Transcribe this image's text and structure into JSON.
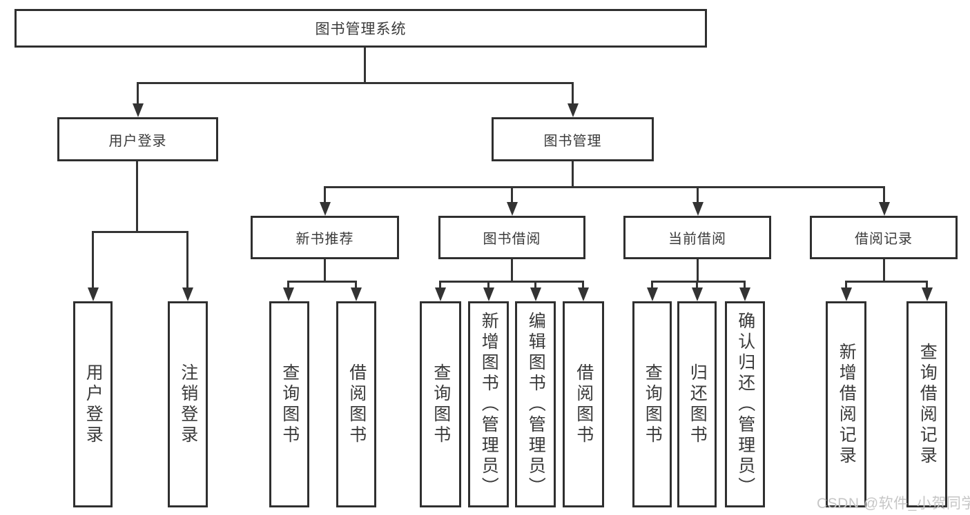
{
  "diagram": {
    "title": "图书管理系统",
    "root": "图书管理系统",
    "level2": [
      "用户登录",
      "图书管理"
    ],
    "level3": [
      "新书推荐",
      "图书借阅",
      "当前借阅",
      "借阅记录"
    ],
    "level4": [
      "用户登录",
      "注销登录",
      "查询图书",
      "借阅图书",
      "查询图书",
      "新增图书（管理员）",
      "编辑图书（管理员）",
      "借阅图书",
      "查询图书",
      "归还图书",
      "确认归还（管理员）",
      "新增借阅记录",
      "查询借阅记录"
    ]
  },
  "watermark": "CSDN @软件_小贺同学",
  "colors": {
    "line": "#333333",
    "box_border": "#2f2f2f",
    "text": "#3a3a3a",
    "watermark": "#c6c6c6",
    "background": "#ffffff"
  }
}
